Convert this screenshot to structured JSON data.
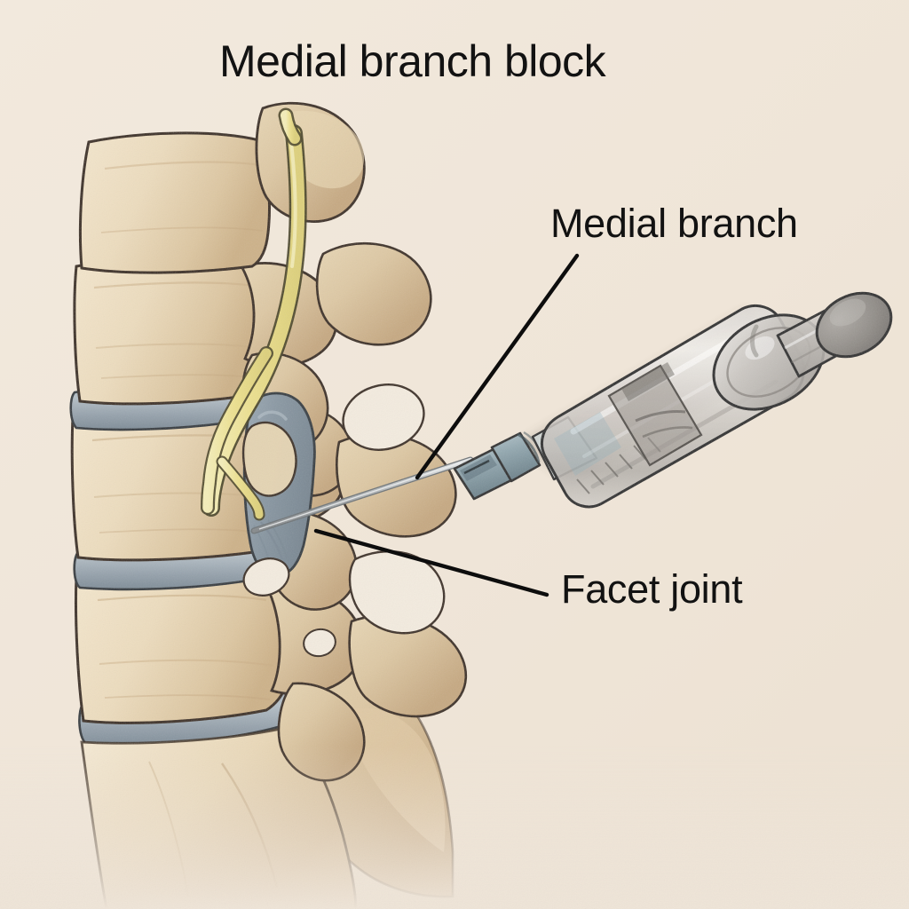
{
  "illustration": {
    "title": "Medial branch block",
    "subject": "lumbar-spine-lateral-oblique-view",
    "labels": [
      {
        "id": "medial-branch",
        "text": "Medial branch"
      },
      {
        "id": "facet-joint",
        "text": "Facet joint"
      }
    ],
    "background_color": "#efe5d8",
    "palette": {
      "background": "#efe5d8",
      "bone_light": "#efe0c4",
      "bone_mid": "#e4d2b0",
      "bone_shadow": "#c8ab84",
      "bone_outline": "#3a2a1c",
      "disc_blue": "#97a3ad",
      "disc_blue_light": "#b3bec6",
      "disc_outline": "#3a3a3a",
      "nerve_yellow": "#e9dd8d",
      "nerve_yellow_light": "#f3ecb8",
      "nerve_outline": "#4a4420",
      "syringe_glass": "#d8d6d2",
      "syringe_outline": "#2b2b2b",
      "needle_hub_blue": "#8fa5ac",
      "needle_steel": "#b9bcbd",
      "label_text": "#121212",
      "leader_line": "#0d0d0d"
    },
    "elements": {
      "vertebrae_count": 4,
      "disc_count": 4,
      "nerve": "medial-branch-nerve",
      "facet_joint": "zygapophyseal-joint",
      "instrument": "syringe-with-needle"
    }
  }
}
